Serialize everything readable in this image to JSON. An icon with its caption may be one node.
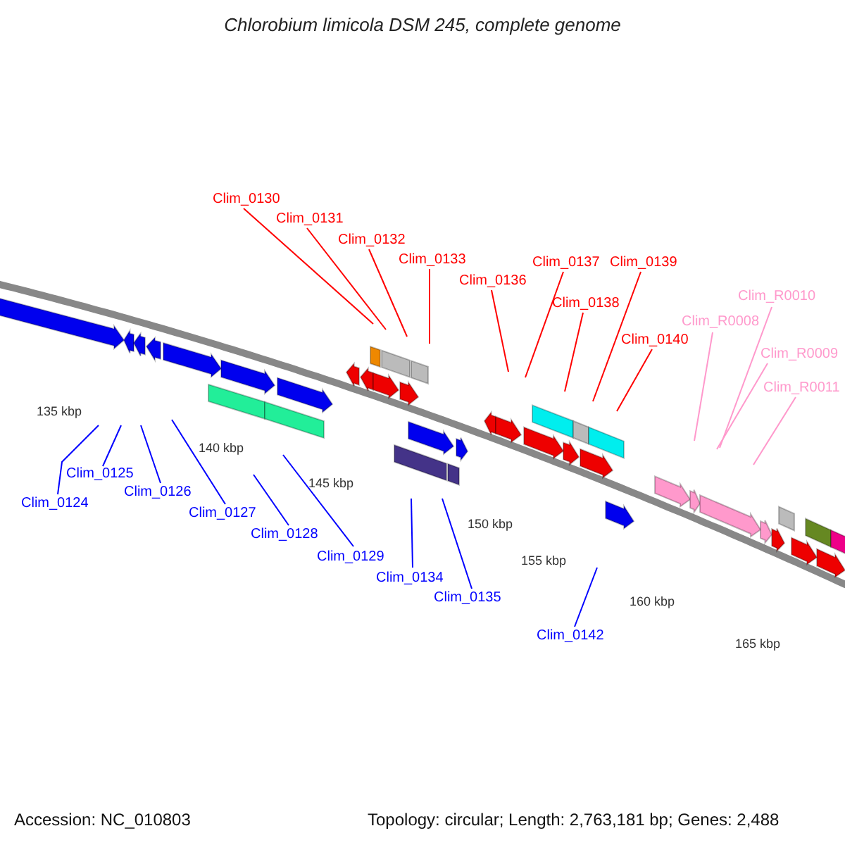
{
  "diagram": {
    "title": "Chlorobium limicola DSM 245, complete genome",
    "nodes": [
      {
        "text": [
          "Clim_0130"
        ]
      },
      {
        "text": [
          "Clim_0131"
        ]
      },
      {
        "text": [
          "Clim_0132"
        ]
      },
      {
        "text": [
          "Clim_0133"
        ]
      },
      {
        "text": [
          "Clim_0136"
        ]
      },
      {
        "text": [
          "Clim_0137"
        ]
      },
      {
        "text": [
          "Clim_0139"
        ]
      },
      {
        "text": [
          "Clim_0138"
        ]
      },
      {
        "text": [
          "Clim_0140"
        ]
      },
      {
        "text": [
          "Clim_R0010"
        ]
      },
      {
        "text": [
          "Clim_R0008"
        ]
      },
      {
        "text": [
          "Clim_R0009"
        ]
      },
      {
        "text": [
          "Clim_R0011"
        ]
      },
      {
        "text": [
          "Clim_0125"
        ]
      },
      {
        "text": [
          "Clim_0126"
        ]
      },
      {
        "text": [
          "Clim_0124"
        ]
      },
      {
        "text": [
          "Clim_0127"
        ]
      },
      {
        "text": [
          "Clim_0128"
        ]
      },
      {
        "text": [
          "Clim_0129"
        ]
      },
      {
        "text": [
          "Clim_0134"
        ]
      },
      {
        "text": [
          "Clim_0135"
        ]
      },
      {
        "text": [
          "Clim_0142"
        ]
      }
    ],
    "edges": [
      {
        "from": 0,
        "to": null,
        "arrow": "none",
        "color": "#ff0000"
      },
      {
        "from": 1,
        "to": null,
        "arrow": "none",
        "color": "#ff0000"
      },
      {
        "from": 2,
        "to": null,
        "arrow": "none",
        "color": "#ff0000"
      },
      {
        "from": 3,
        "to": null,
        "arrow": "none",
        "color": "#ff0000"
      },
      {
        "from": 4,
        "to": null,
        "arrow": "none",
        "color": "#ff0000"
      },
      {
        "from": 5,
        "to": null,
        "arrow": "none",
        "color": "#ff0000"
      },
      {
        "from": 6,
        "to": null,
        "arrow": "none",
        "color": "#ff0000"
      },
      {
        "from": 7,
        "to": null,
        "arrow": "none",
        "color": "#ff0000"
      },
      {
        "from": 8,
        "to": null,
        "arrow": "none",
        "color": "#ff0000"
      },
      {
        "from": 9,
        "to": null,
        "arrow": "none",
        "color": "#ff99cc"
      },
      {
        "from": 10,
        "to": null,
        "arrow": "none",
        "color": "#ff99cc"
      },
      {
        "from": 11,
        "to": null,
        "arrow": "none",
        "color": "#ff99cc"
      },
      {
        "from": 12,
        "to": null,
        "arrow": "none",
        "color": "#ff99cc"
      },
      {
        "from": 13,
        "to": null,
        "arrow": "none",
        "color": "#0000ff"
      },
      {
        "from": 14,
        "to": null,
        "arrow": "none",
        "color": "#0000ff"
      },
      {
        "from": 15,
        "to": null,
        "arrow": "none",
        "color": "#0000ff"
      },
      {
        "from": 16,
        "to": null,
        "arrow": "none",
        "color": "#0000ff"
      },
      {
        "from": 17,
        "to": null,
        "arrow": "none",
        "color": "#0000ff"
      },
      {
        "from": 18,
        "to": null,
        "arrow": "none",
        "color": "#0000ff"
      },
      {
        "from": 19,
        "to": null,
        "arrow": "none",
        "color": "#0000ff"
      },
      {
        "from": 20,
        "to": null,
        "arrow": "none",
        "color": "#0000ff"
      },
      {
        "from": 21,
        "to": null,
        "arrow": "none",
        "color": "#0000ff"
      }
    ],
    "labels": [
      "135 kbp",
      "140 kbp",
      "145 kbp",
      "150 kbp",
      "155 kbp",
      "160 kbp",
      "165 kbp",
      "Accession: NC_010803",
      "Topology: circular; Length: 2,763,181 bp; Genes: 2,488"
    ]
  }
}
